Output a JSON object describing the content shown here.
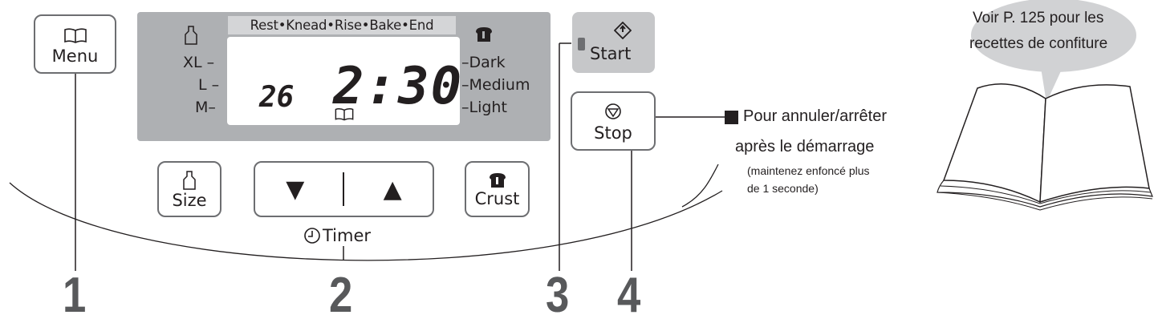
{
  "buttons": {
    "menu": "Menu",
    "start": "Start",
    "stop": "Stop",
    "size": "Size",
    "crust": "Crust",
    "timer": "Timer",
    "down_arrow": "▼",
    "up_arrow": "▲"
  },
  "display": {
    "stage_bar": "Rest•Knead•Rise•Bake•End",
    "size_levels": [
      "XL –",
      "L –",
      "M–"
    ],
    "crust_levels": [
      "–Dark",
      "–Medium",
      "–Light"
    ],
    "menu_number": "26",
    "time": "2:30"
  },
  "callouts": [
    "1",
    "2",
    "3",
    "4"
  ],
  "stop_note": {
    "title": "Pour annuler/arrêter",
    "line2": "après le démarrage",
    "small_line1": "(maintenez enfoncé plus",
    "small_line2": "de 1 seconde)"
  },
  "jam_bubble": {
    "line1": "Voir P. 125 pour les",
    "line2": "recettes de confiture"
  },
  "colors": {
    "panel_gray": "#aeb0b3",
    "start_panel_gray": "#c6c7c9",
    "outline_gray": "#6d6e71",
    "bubble_gray": "#d1d2d4",
    "callout_number_gray": "#58595b"
  }
}
